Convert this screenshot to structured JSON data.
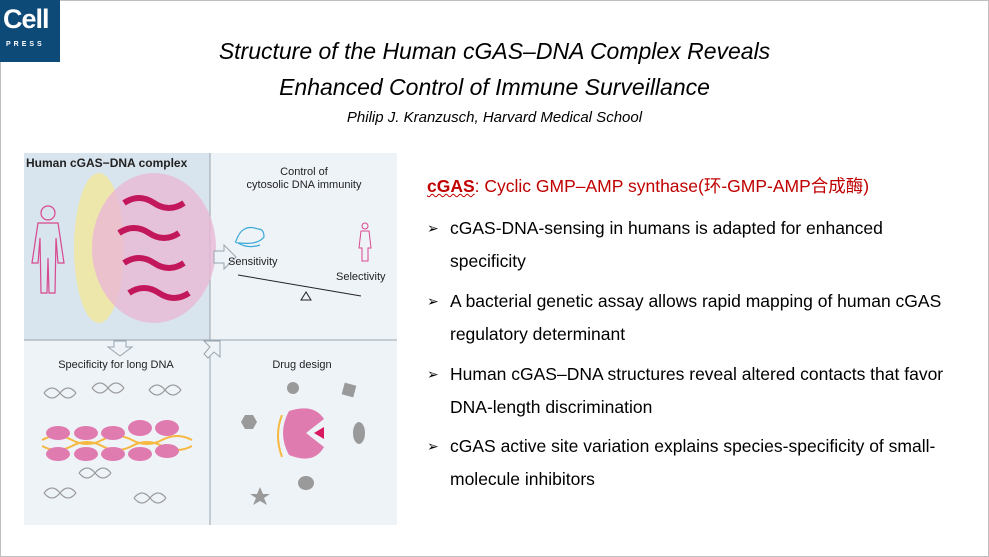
{
  "logo": {
    "name": "Cell",
    "sub": "PRESS"
  },
  "title": {
    "line1": "Structure of the Human cGAS–DNA Complex Reveals",
    "line2": "Enhanced Control of Immune Surveillance",
    "author": "Philip J. Kranzusch, Harvard Medical School"
  },
  "figure": {
    "panel1_title": "Human cGAS−DNA complex",
    "panel2_title_line1": "Control of",
    "panel2_title_line2": "cytosolic DNA immunity",
    "sensitivity": "Sensitivity",
    "selectivity": "Selectivity",
    "panel3_title": "Specificity for long DNA",
    "panel4_title": "Drug design"
  },
  "definition": {
    "term": "cGAS",
    "text": ": Cyclic GMP–AMP synthase(环-GMP-AMP合成酶)"
  },
  "bullets": [
    "cGAS-DNA-sensing in humans is adapted for enhanced specificity",
    "A bacterial genetic assay allows rapid mapping of human cGAS regulatory determinant",
    "Human cGAS–DNA structures reveal altered contacts that favor DNA-length discrimination",
    "cGAS active site variation explains species-specificity of small-molecule inhibitors"
  ],
  "colors": {
    "accent": "#c00000",
    "logo_bg": "#0e4a78",
    "protein": "#d9478f"
  }
}
